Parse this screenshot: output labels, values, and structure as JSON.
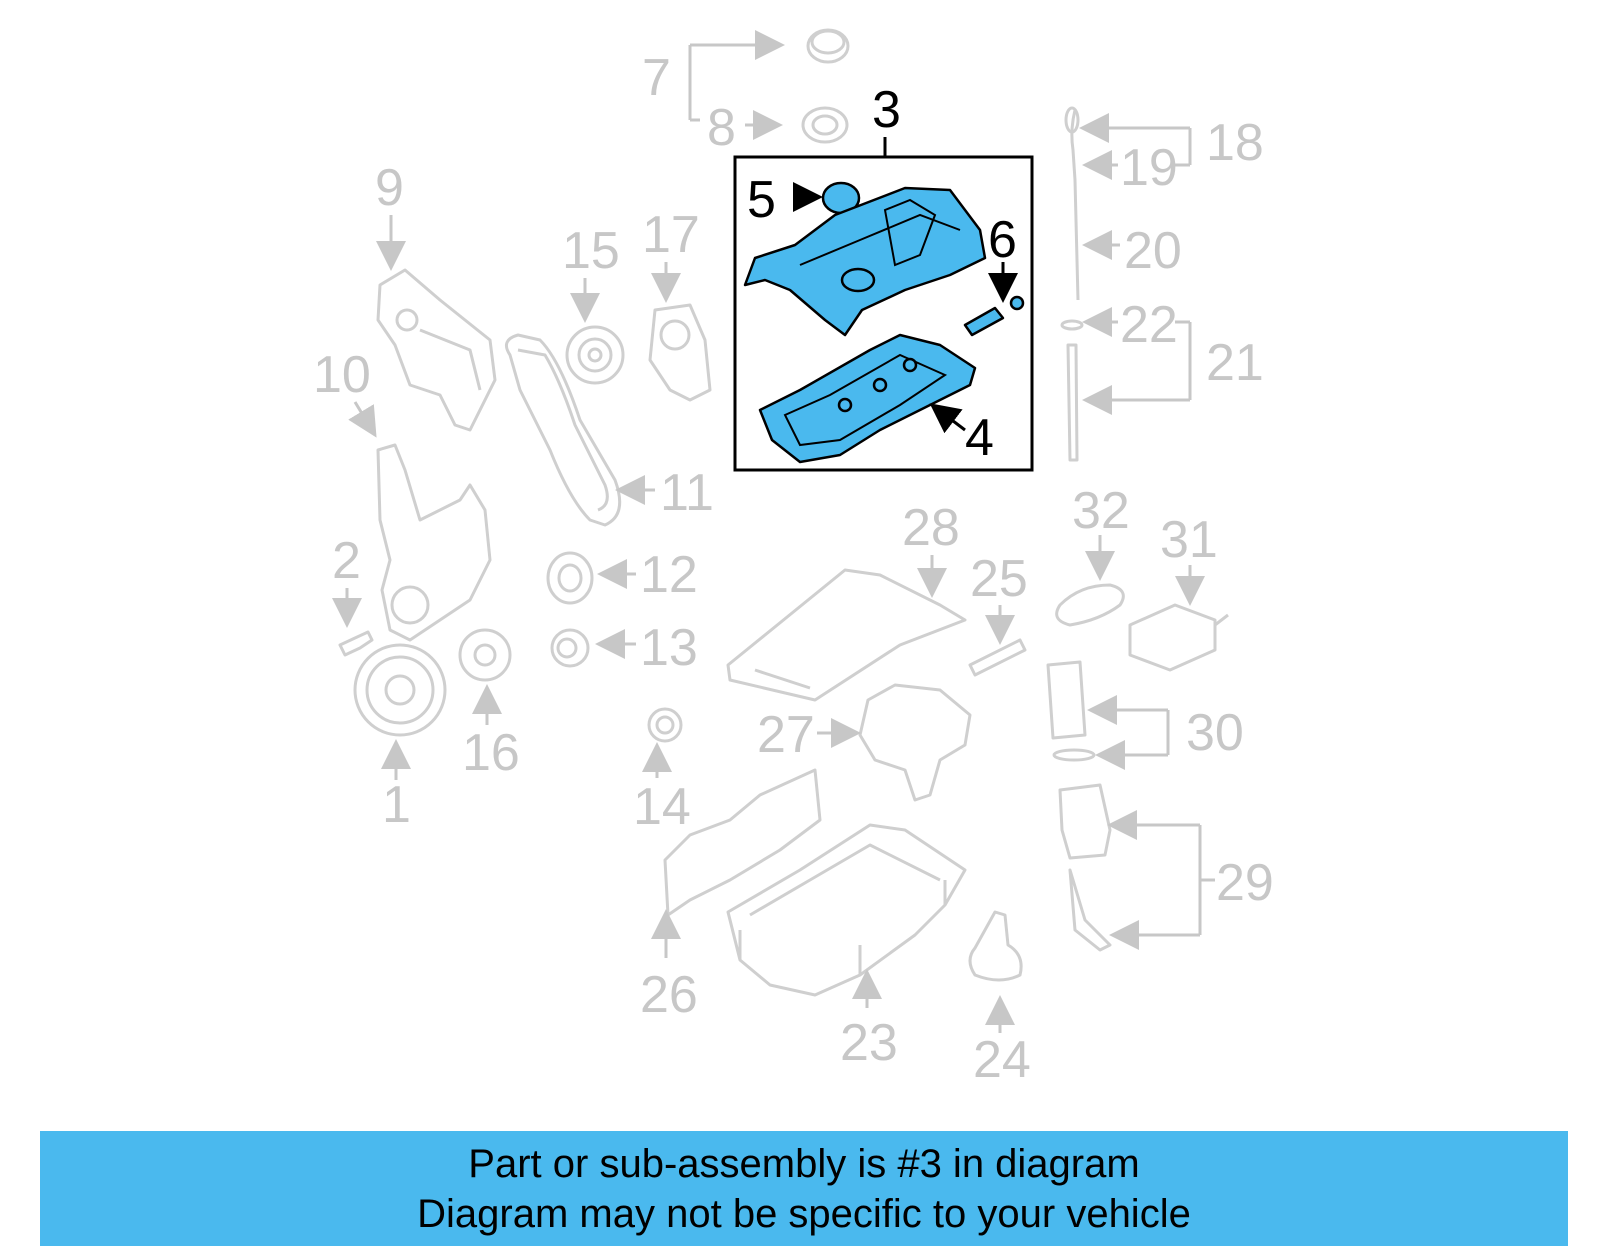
{
  "diagram": {
    "highlighted_part": "3",
    "callouts": [
      "1",
      "2",
      "3",
      "4",
      "5",
      "6",
      "7",
      "8",
      "9",
      "10",
      "11",
      "12",
      "13",
      "14",
      "15",
      "16",
      "17",
      "18",
      "19",
      "20",
      "21",
      "22",
      "23",
      "24",
      "25",
      "26",
      "27",
      "28",
      "29",
      "30",
      "31",
      "32"
    ]
  },
  "banner": {
    "line1": "Part or sub-assembly is #3 in diagram",
    "line2": "Diagram may not be specific to your vehicle",
    "color": "#4ab9ee"
  },
  "colors": {
    "highlight_fill": "#4ab9ee",
    "dimmed_parts": "#c7c7c7",
    "highlight_outline": "#000000"
  }
}
